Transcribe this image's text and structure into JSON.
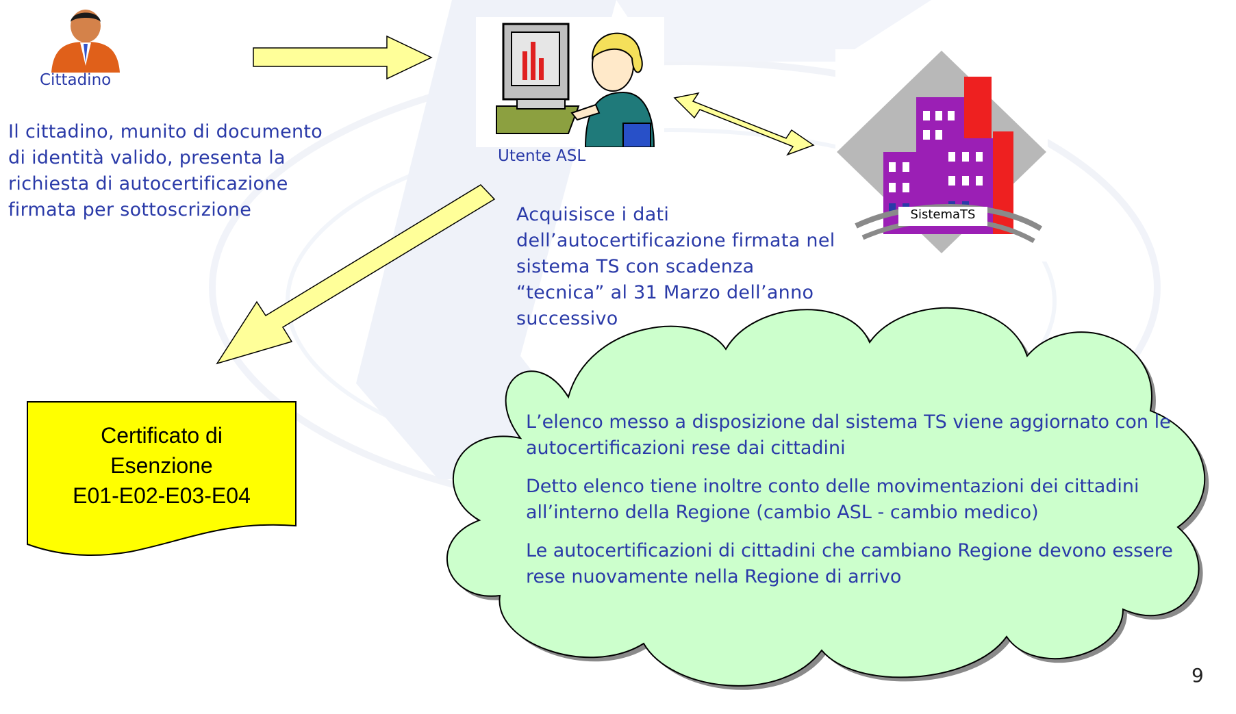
{
  "colors": {
    "text_blue": "#2a3aa8",
    "arrow_fill": "#ffff99",
    "cloud_fill": "#ccffcc",
    "certificate_fill": "#ffff00",
    "background_watermark": "#dde3f2"
  },
  "cittadino": {
    "icon": "person-icon",
    "label": "Cittadino",
    "description": "Il cittadino, munito di documento di identità valido, presenta la richiesta di autocertificazione firmata per sottoscrizione"
  },
  "utente_asl": {
    "icon": "operator-at-computer-icon",
    "label": "Utente ASL",
    "description": "Acquisisce i dati dell’autocertificazione firmata nel sistema TS con scadenza “tecnica” al 31 Marzo dell’anno successivo"
  },
  "sistema_ts": {
    "icon": "building-icon",
    "label": "SistemaTS"
  },
  "certificate": {
    "lines": [
      "Certificato di",
      "Esenzione",
      "E01-E02-E03-E04"
    ]
  },
  "cloud": {
    "paragraphs": [
      "L’elenco messo a disposizione dal sistema TS viene aggiornato con le autocertificazioni rese dai cittadini",
      "Detto elenco tiene inoltre conto delle movimentazioni dei cittadini all’interno della Regione (cambio ASL - cambio medico)",
      "Le autocertificazioni di cittadini che cambiano Regione devono essere rese nuovamente nella Regione di arrivo"
    ]
  },
  "page_number": "9"
}
